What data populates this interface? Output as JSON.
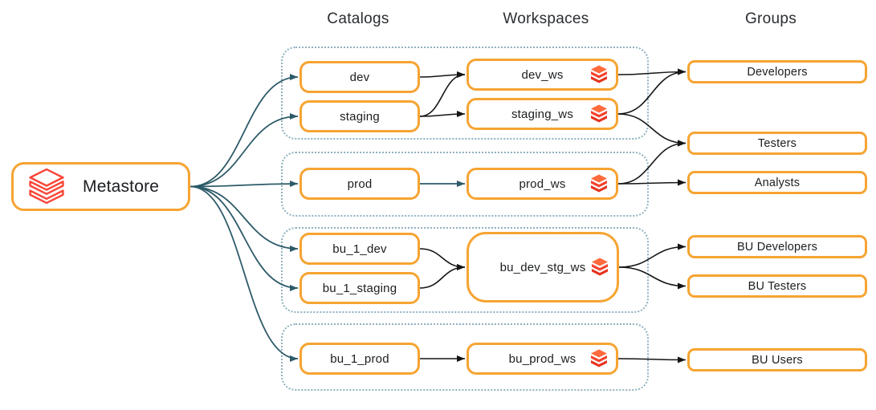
{
  "columns": {
    "catalogs": "Catalogs",
    "workspaces": "Workspaces",
    "groups": "Groups"
  },
  "nodes": [
    {
      "id": "metastore",
      "label": "Metastore",
      "type": "metastore",
      "icon": "databricks-outline-icon"
    },
    {
      "id": "dev",
      "label": "dev",
      "type": "catalog"
    },
    {
      "id": "staging",
      "label": "staging",
      "type": "catalog"
    },
    {
      "id": "prod",
      "label": "prod",
      "type": "catalog"
    },
    {
      "id": "bu_1_dev",
      "label": "bu_1_dev",
      "type": "catalog"
    },
    {
      "id": "bu_1_staging",
      "label": "bu_1_staging",
      "type": "catalog"
    },
    {
      "id": "bu_1_prod",
      "label": "bu_1_prod",
      "type": "catalog"
    },
    {
      "id": "dev_ws",
      "label": "dev_ws",
      "type": "workspace",
      "icon": "databricks-logo-icon"
    },
    {
      "id": "staging_ws",
      "label": "staging_ws",
      "type": "workspace",
      "icon": "databricks-logo-icon"
    },
    {
      "id": "prod_ws",
      "label": "prod_ws",
      "type": "workspace",
      "icon": "databricks-logo-icon"
    },
    {
      "id": "bu_dev_stg_ws",
      "label": "bu_dev_stg_ws",
      "type": "workspace",
      "icon": "databricks-logo-icon"
    },
    {
      "id": "bu_prod_ws",
      "label": "bu_prod_ws",
      "type": "workspace",
      "icon": "databricks-logo-icon"
    },
    {
      "id": "developers",
      "label": "Developers",
      "type": "group"
    },
    {
      "id": "testers",
      "label": "Testers",
      "type": "group"
    },
    {
      "id": "analysts",
      "label": "Analysts",
      "type": "group"
    },
    {
      "id": "bu_developers",
      "label": "BU Developers",
      "type": "group"
    },
    {
      "id": "bu_testers",
      "label": "BU Testers",
      "type": "group"
    },
    {
      "id": "bu_users",
      "label": "BU Users",
      "type": "group"
    }
  ],
  "clusters": [
    {
      "id": "dev-staging"
    },
    {
      "id": "prod"
    },
    {
      "id": "bu-dev-staging"
    },
    {
      "id": "bu-prod"
    }
  ],
  "edges": [
    {
      "from": "metastore",
      "to": "dev",
      "color": "teal"
    },
    {
      "from": "metastore",
      "to": "staging",
      "color": "teal"
    },
    {
      "from": "metastore",
      "to": "prod",
      "color": "teal"
    },
    {
      "from": "metastore",
      "to": "bu_1_dev",
      "color": "teal"
    },
    {
      "from": "metastore",
      "to": "bu_1_staging",
      "color": "teal"
    },
    {
      "from": "metastore",
      "to": "bu_1_prod",
      "color": "teal"
    },
    {
      "from": "dev",
      "to": "dev_ws",
      "color": "black"
    },
    {
      "from": "staging",
      "to": "dev_ws",
      "color": "black"
    },
    {
      "from": "staging",
      "to": "staging_ws",
      "color": "black"
    },
    {
      "from": "prod",
      "to": "prod_ws",
      "color": "teal"
    },
    {
      "from": "bu_1_dev",
      "to": "bu_dev_stg_ws",
      "color": "black"
    },
    {
      "from": "bu_1_staging",
      "to": "bu_dev_stg_ws",
      "color": "black"
    },
    {
      "from": "bu_1_prod",
      "to": "bu_prod_ws",
      "color": "black"
    },
    {
      "from": "dev_ws",
      "to": "developers",
      "color": "black"
    },
    {
      "from": "staging_ws",
      "to": "developers",
      "color": "black"
    },
    {
      "from": "staging_ws",
      "to": "testers",
      "color": "black"
    },
    {
      "from": "prod_ws",
      "to": "testers",
      "color": "black"
    },
    {
      "from": "prod_ws",
      "to": "analysts",
      "color": "black"
    },
    {
      "from": "bu_dev_stg_ws",
      "to": "bu_developers",
      "color": "black"
    },
    {
      "from": "bu_dev_stg_ws",
      "to": "bu_testers",
      "color": "black"
    },
    {
      "from": "bu_prod_ws",
      "to": "bu_users",
      "color": "black"
    }
  ],
  "colors": {
    "box_border": "#F6A432",
    "arrow_teal": "#2D5A68",
    "arrow_black": "#141414",
    "cluster_border": "#8FB0BF",
    "logo_red_outline": "#FA4638",
    "logo_red_top": "#FF6A3C",
    "logo_red_mid": "#F5412B",
    "logo_red_bottom": "#E5331E",
    "text": "#1B1D20"
  }
}
